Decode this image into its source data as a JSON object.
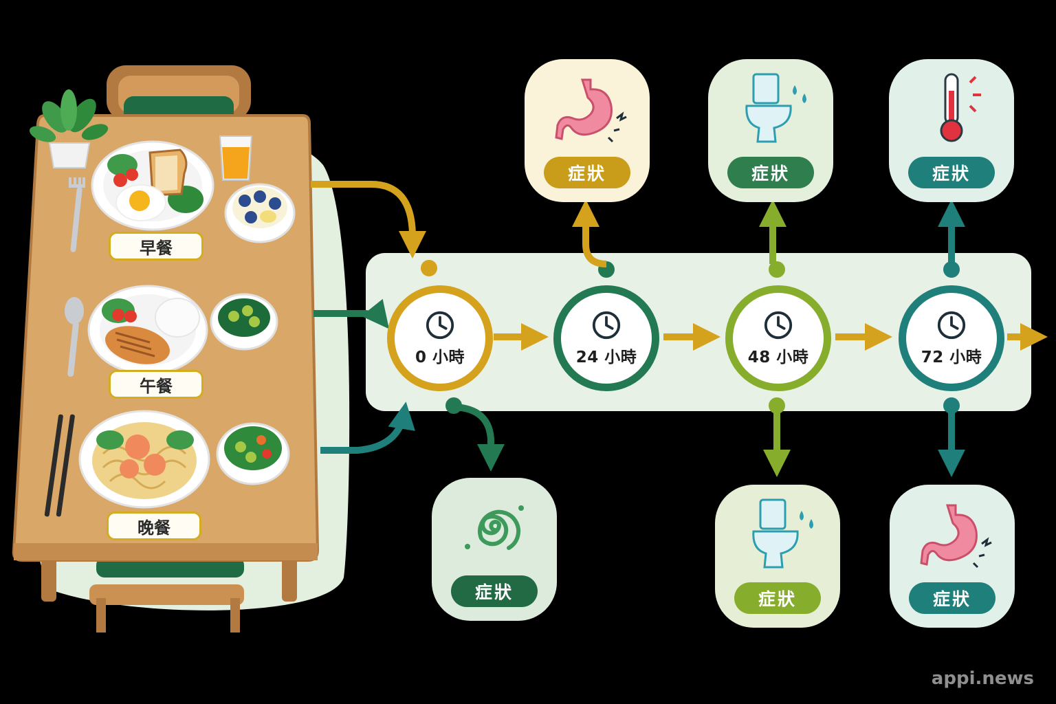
{
  "meals": {
    "breakfast": "早餐",
    "lunch": "午餐",
    "dinner": "晚餐"
  },
  "timeline": {
    "nodes": [
      {
        "label": "0 小時",
        "color": "#d4a21c"
      },
      {
        "label": "24 小時",
        "color": "#237a52"
      },
      {
        "label": "48 小時",
        "color": "#86ad2c"
      },
      {
        "label": "72 小時",
        "color": "#1f7f7a"
      }
    ],
    "arrow_color": "#d4a21c"
  },
  "symptoms": [
    {
      "label": "症狀",
      "icon": "stomach-pain-icon",
      "color": "#c99d1a"
    },
    {
      "label": "症狀",
      "icon": "toilet-icon",
      "color": "#2e7e4e"
    },
    {
      "label": "症狀",
      "icon": "thermometer-icon",
      "color": "#1f7f7a"
    },
    {
      "label": "症狀",
      "icon": "dizziness-spiral-icon",
      "color": "#226a43"
    },
    {
      "label": "症狀",
      "icon": "toilet-icon",
      "color": "#86ad2c"
    },
    {
      "label": "症狀",
      "icon": "stomach-pain-icon",
      "color": "#1f7f7a"
    }
  ],
  "watermark": "appi.news"
}
